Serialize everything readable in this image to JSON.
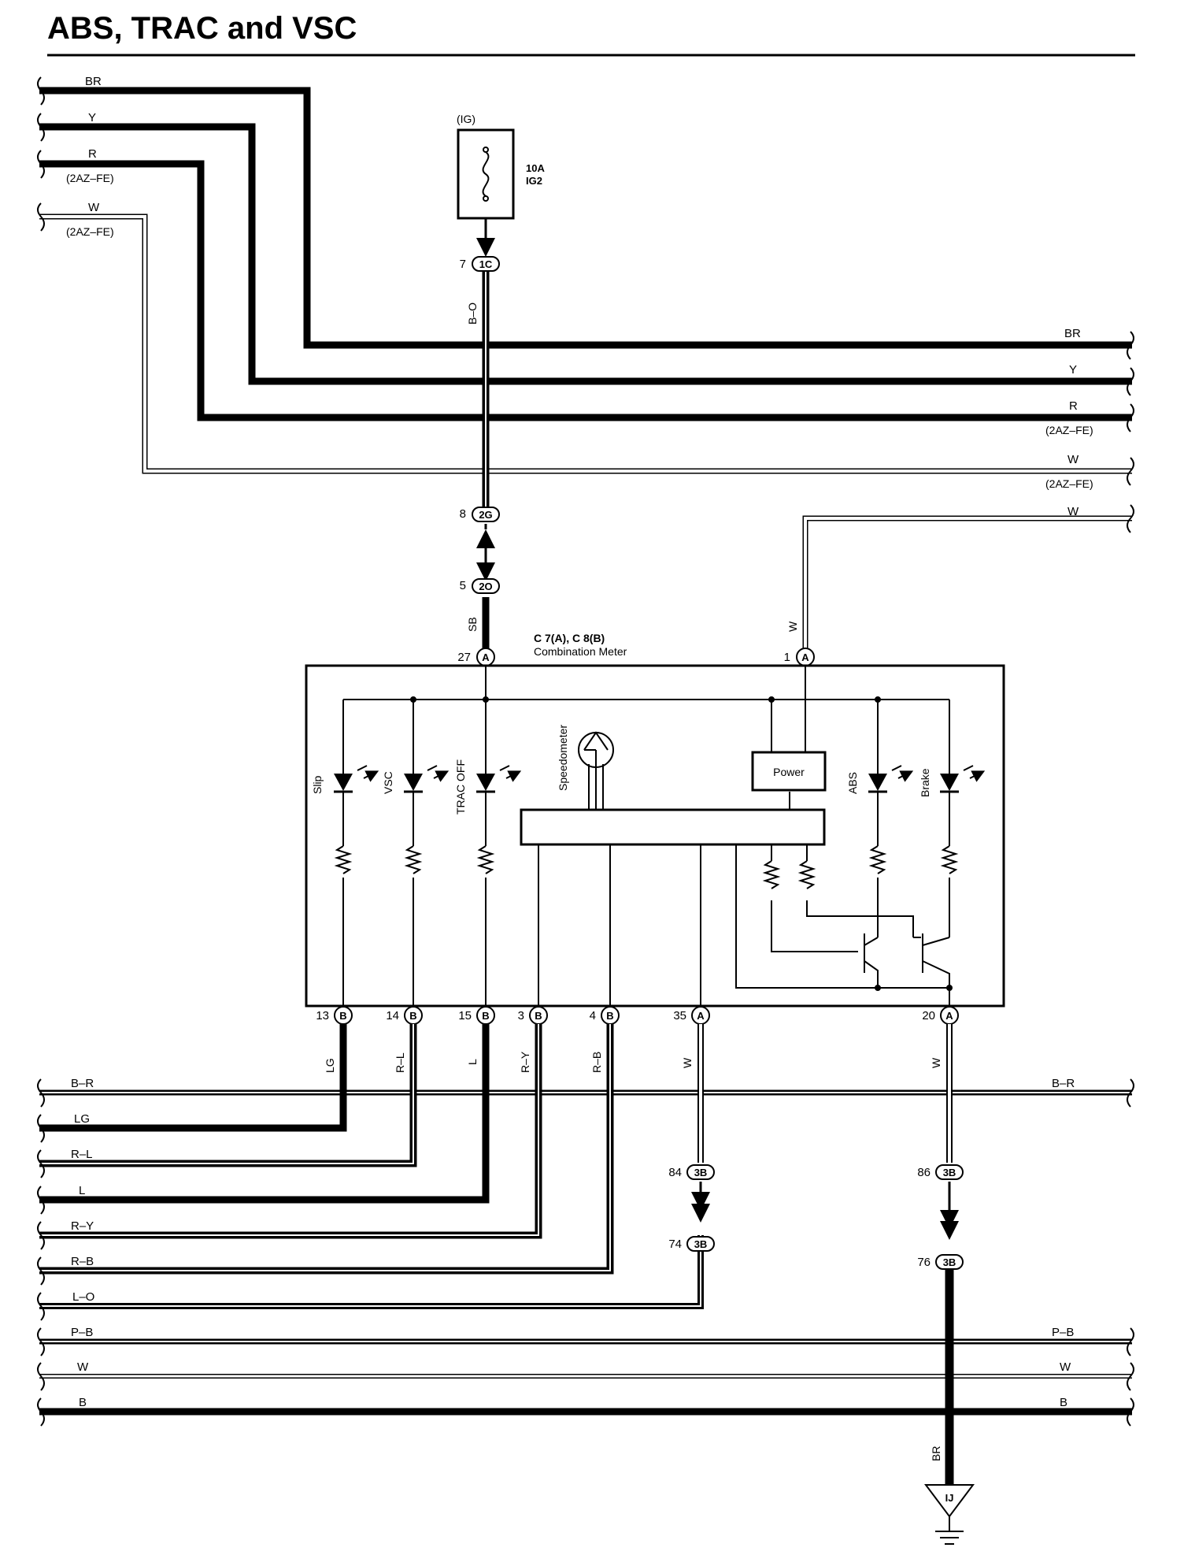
{
  "title": "ABS, TRAC and VSC",
  "wires_left_top": [
    {
      "color": "BR",
      "note": ""
    },
    {
      "color": "Y",
      "note": ""
    },
    {
      "color": "R",
      "note": "(2AZ–FE)"
    },
    {
      "color": "W",
      "note": "(2AZ–FE)"
    }
  ],
  "wires_right_top": [
    {
      "color": "BR",
      "note": ""
    },
    {
      "color": "Y",
      "note": ""
    },
    {
      "color": "R",
      "note": "(2AZ–FE)"
    },
    {
      "color": "W",
      "note": "(2AZ–FE)"
    },
    {
      "color": "W",
      "note": ""
    }
  ],
  "fuse": {
    "source": "(IG)",
    "rating": "10A",
    "name": "IG2"
  },
  "connectors": {
    "c1": {
      "pin": "7",
      "id": "1C"
    },
    "c2": {
      "pin": "8",
      "id": "2G"
    },
    "c3": {
      "pin": "5",
      "id": "2O"
    },
    "c4": {
      "pin": "84",
      "id": "3B"
    },
    "c5": {
      "pin": "74",
      "id": "3B"
    },
    "c6": {
      "pin": "86",
      "id": "3B"
    },
    "c7": {
      "pin": "76",
      "id": "3B"
    }
  },
  "wire_labels": {
    "bo": "B–O",
    "sb": "SB",
    "w_meter": "W",
    "w_35": "W",
    "w_20": "W",
    "br_gnd": "BR"
  },
  "meter": {
    "title": "C 7(A), C 8(B)",
    "subtitle": "Combination Meter",
    "pin_a27": {
      "pin": "27",
      "id": "A"
    },
    "pin_a1": {
      "pin": "1",
      "id": "A"
    },
    "power": "Power",
    "speedometer": "Speedometer",
    "leds": [
      "Slip",
      "VSC",
      "TRAC OFF",
      "ABS",
      "Brake"
    ]
  },
  "bottom_pins": [
    {
      "pin": "13",
      "id": "B",
      "wire": "LG"
    },
    {
      "pin": "14",
      "id": "B",
      "wire": "R–L"
    },
    {
      "pin": "15",
      "id": "B",
      "wire": "L"
    },
    {
      "pin": "3",
      "id": "B",
      "wire": "R–Y"
    },
    {
      "pin": "4",
      "id": "B",
      "wire": "R–B"
    },
    {
      "pin": "35",
      "id": "A",
      "wire": "W"
    },
    {
      "pin": "20",
      "id": "A",
      "wire": "W"
    }
  ],
  "bus_left": [
    "B–R",
    "LG",
    "R–L",
    "L",
    "R–Y",
    "R–B",
    "L–O",
    "P–B",
    "W",
    "B"
  ],
  "bus_right": [
    "B–R",
    "P–B",
    "W",
    "B"
  ],
  "ground": "IJ"
}
